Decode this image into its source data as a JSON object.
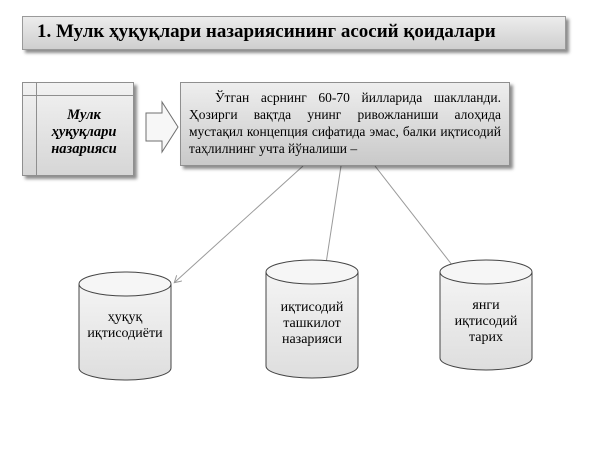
{
  "title": "1.   Мулк ҳуқуқлари назариясининг асосий қоидалари",
  "left_box": {
    "line1": "Мулк",
    "line2": "ҳуқуқлари",
    "line3": "назарияси"
  },
  "top_box": {
    "text": "Ўтган асрнинг 60-70 йилларида шаклланди. Ҳозирги вақтда унинг ривожланиши алоҳида мустақил концепция сифатида эмас, балки иқтисодий таҳлилнинг учта йўналиши –"
  },
  "cylinders": [
    {
      "line1": "ҳуқуқ",
      "line2": "иқтисодиёти",
      "line3": ""
    },
    {
      "line1": "иқтисодий",
      "line2": "ташкилот",
      "line3": "назарияси"
    },
    {
      "line1": "янги",
      "line2": "иқтисодий",
      "line3": "тарих"
    }
  ]
}
